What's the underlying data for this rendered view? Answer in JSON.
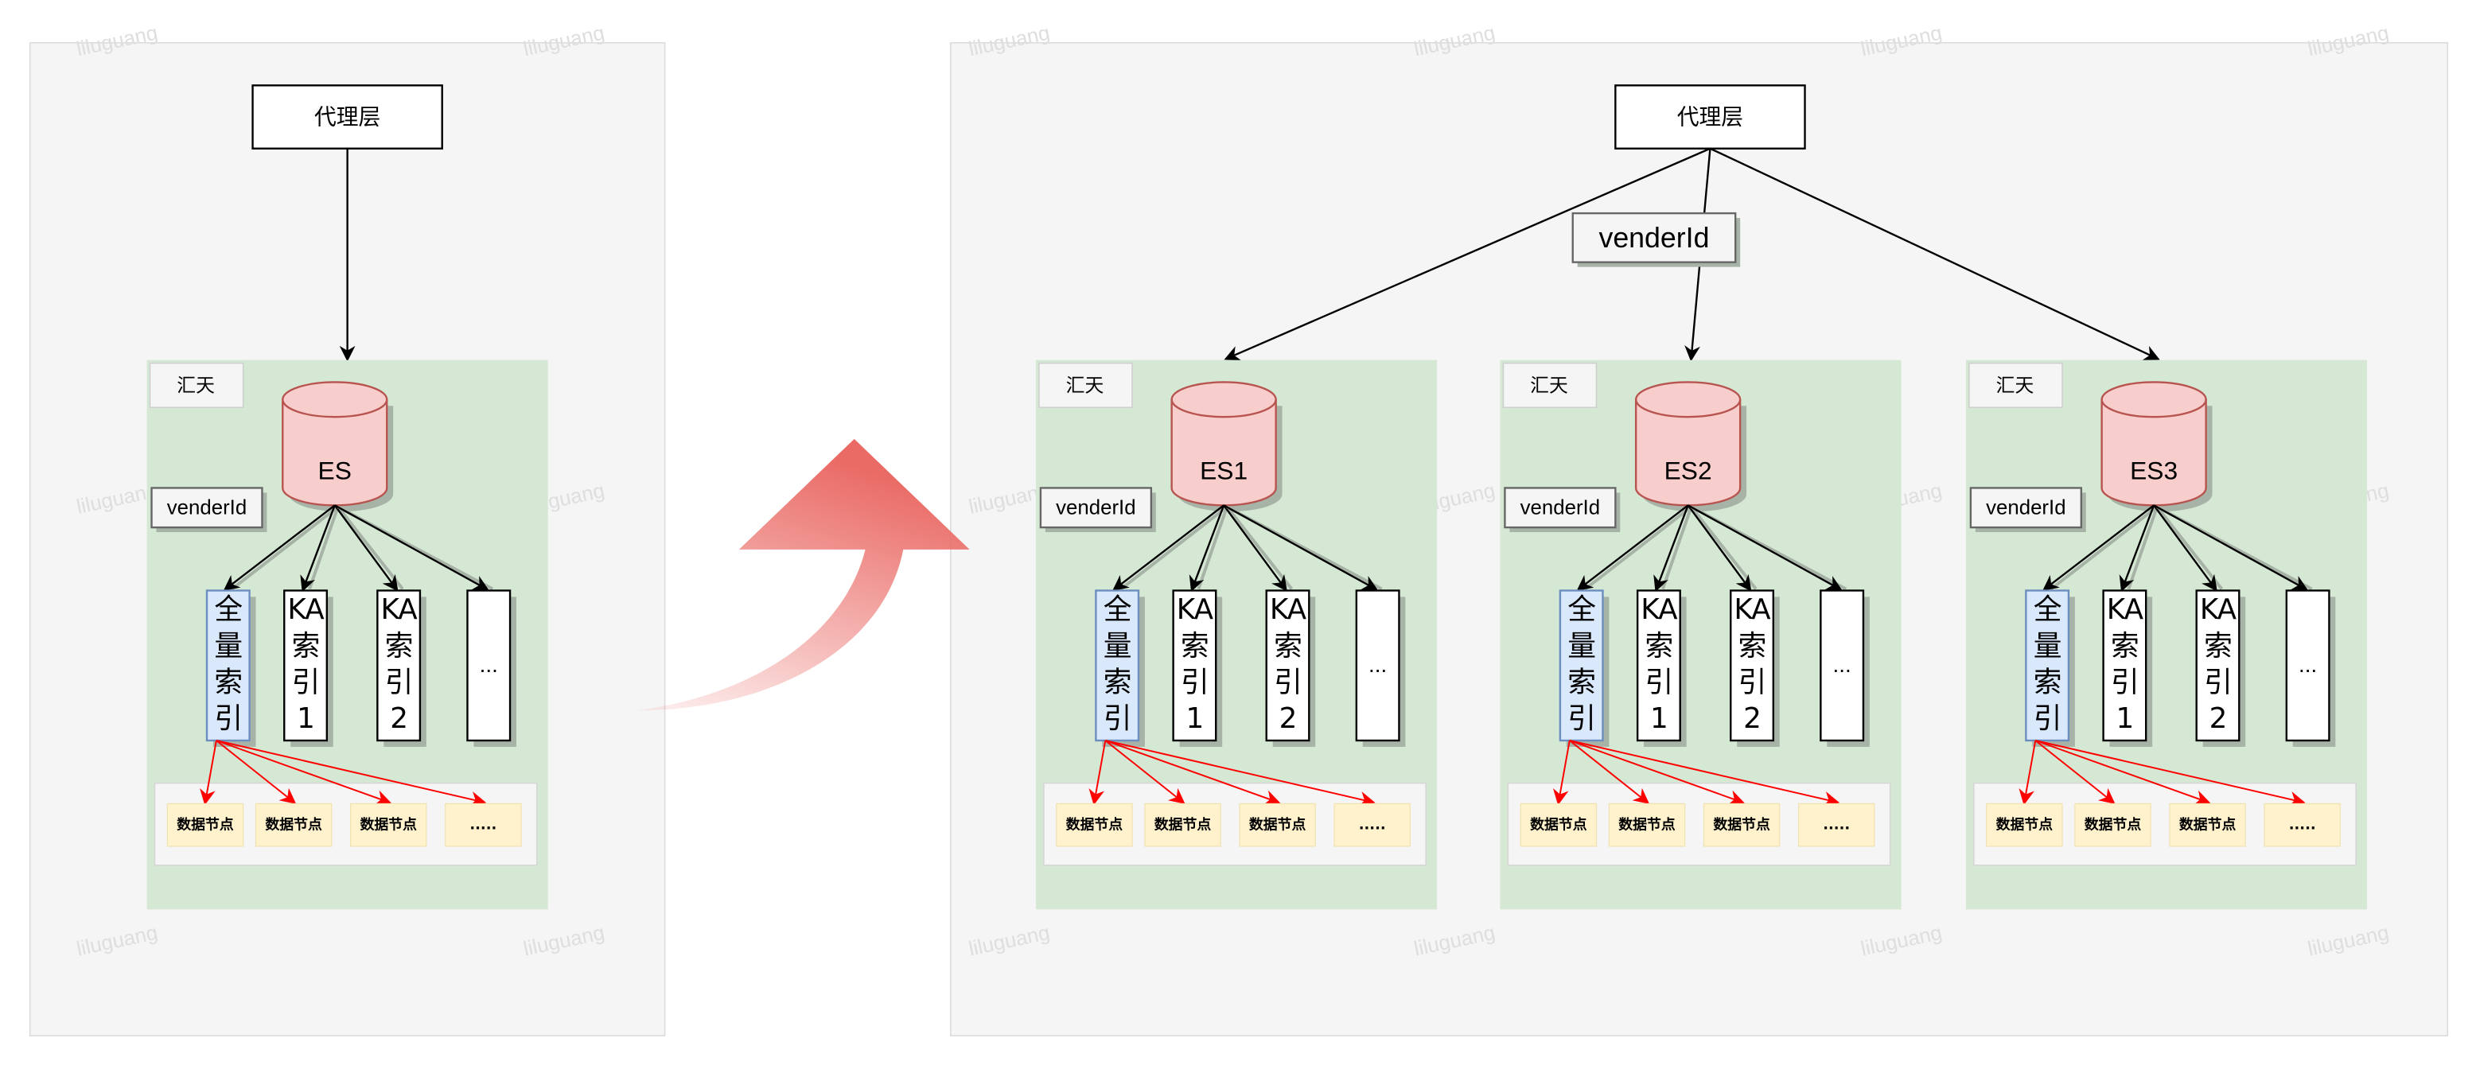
{
  "watermark": "liluguang",
  "colors": {
    "panel_bg": "#f5f5f5",
    "cluster_bg": "#d5e8d4",
    "es_fill": "#f8cecc",
    "es_stroke": "#b85450",
    "full_index_fill": "#dae8fc",
    "full_index_stroke": "#6c8ebf",
    "data_node_fill": "#fff2cc",
    "routing_arrow": "#ff0000",
    "migration_arrow": "#ea6b66"
  },
  "before": {
    "proxy": "代理层",
    "cluster": {
      "label": "汇天",
      "es": "ES",
      "routing_key": "venderId",
      "indices": [
        "全量索引",
        "KA索引1",
        "KA索引2",
        "..."
      ],
      "data_nodes": [
        "数据节点",
        "数据节点",
        "数据节点",
        "....."
      ]
    }
  },
  "after": {
    "proxy": "代理层",
    "routing_key": "venderId",
    "clusters": [
      {
        "label": "汇天",
        "es": "ES1",
        "routing_key": "venderId",
        "indices": [
          "全量索引",
          "KA索引1",
          "KA索引2",
          "..."
        ],
        "data_nodes": [
          "数据节点",
          "数据节点",
          "数据节点",
          "....."
        ]
      },
      {
        "label": "汇天",
        "es": "ES2",
        "routing_key": "venderId",
        "indices": [
          "全量索引",
          "KA索引1",
          "KA索引2",
          "..."
        ],
        "data_nodes": [
          "数据节点",
          "数据节点",
          "数据节点",
          "....."
        ]
      },
      {
        "label": "汇天",
        "es": "ES3",
        "routing_key": "venderId",
        "indices": [
          "全量索引",
          "KA索引1",
          "KA索引2",
          "..."
        ],
        "data_nodes": [
          "数据节点",
          "数据节点",
          "数据节点",
          "....."
        ]
      }
    ]
  }
}
